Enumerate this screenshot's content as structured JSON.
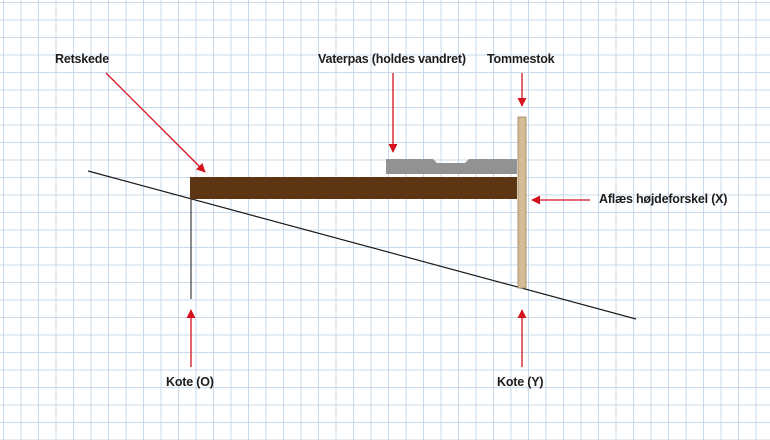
{
  "labels": {
    "retskede": "Retskede",
    "vaterpas": "Vaterpas (holdes vandret)",
    "tommestok": "Tommestok",
    "aflaes": "Aflæs højdeforskel (X)",
    "kote_o": "Kote (O)",
    "kote_y": "Kote (Y)"
  },
  "colors": {
    "grid": "#c9d9ec",
    "arrow": "#d6121e",
    "retskede": "#5c3513",
    "vaterpas": "#929292",
    "tommestok": "#d5bc98",
    "ground": "#1a1a1a"
  }
}
